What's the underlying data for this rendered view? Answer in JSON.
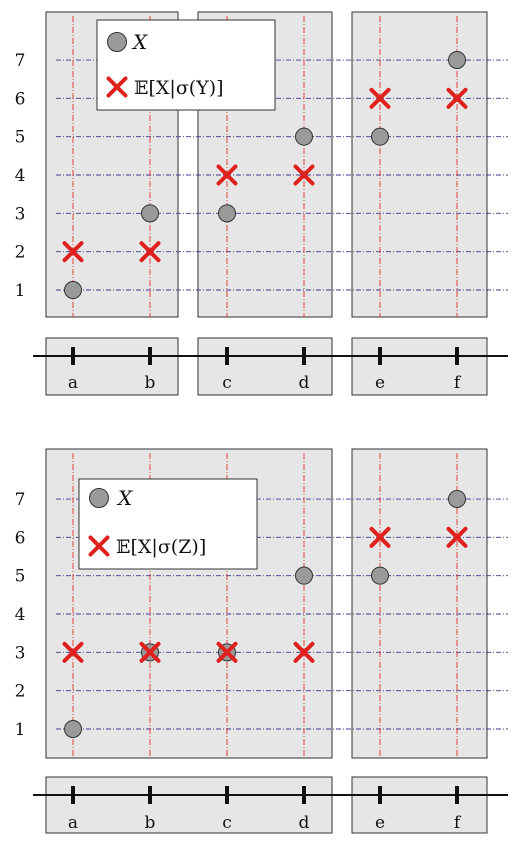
{
  "colors": {
    "panel_fill": "#e6e6e6",
    "panel_stroke": "#333333",
    "grid_line": "#3b3b8f",
    "vertical_guide": "#e0302a",
    "circle_fill": "#9a9a9a",
    "cross": "#e0201c",
    "axis": "#111111"
  },
  "icons": {
    "circle": "circle-marker-icon",
    "cross": "cross-marker-icon"
  },
  "diagrams": [
    {
      "id": "top",
      "y_ticks": [
        "1",
        "2",
        "3",
        "4",
        "5",
        "6",
        "7"
      ],
      "legend": {
        "circle_label": "X",
        "cross_label": "𝔼[X|σ(Y)]"
      },
      "groups": [
        [
          "a",
          "b"
        ],
        [
          "c",
          "d"
        ],
        [
          "e",
          "f"
        ]
      ],
      "points": [
        {
          "label": "a",
          "x_value": 1,
          "cond_exp": 2
        },
        {
          "label": "b",
          "x_value": 3,
          "cond_exp": 2
        },
        {
          "label": "c",
          "x_value": 3,
          "cond_exp": 4
        },
        {
          "label": "d",
          "x_value": 5,
          "cond_exp": 4
        },
        {
          "label": "e",
          "x_value": 5,
          "cond_exp": 6
        },
        {
          "label": "f",
          "x_value": 7,
          "cond_exp": 6
        }
      ]
    },
    {
      "id": "bottom",
      "y_ticks": [
        "1",
        "2",
        "3",
        "4",
        "5",
        "6",
        "7"
      ],
      "legend": {
        "circle_label": "X",
        "cross_label": "𝔼[X|σ(Z)]"
      },
      "groups": [
        [
          "a",
          "b",
          "c",
          "d"
        ],
        [
          "e",
          "f"
        ]
      ],
      "points": [
        {
          "label": "a",
          "x_value": 1,
          "cond_exp": 3
        },
        {
          "label": "b",
          "x_value": 3,
          "cond_exp": 3
        },
        {
          "label": "c",
          "x_value": 3,
          "cond_exp": 3
        },
        {
          "label": "d",
          "x_value": 5,
          "cond_exp": 3
        },
        {
          "label": "e",
          "x_value": 5,
          "cond_exp": 6
        },
        {
          "label": "f",
          "x_value": 7,
          "cond_exp": 6
        }
      ]
    }
  ]
}
